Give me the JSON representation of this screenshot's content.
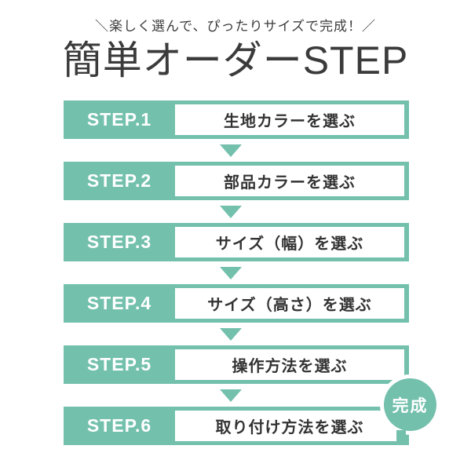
{
  "header": {
    "tagline": "＼楽しく選んで、ぴったりサイズで完成！／",
    "title": "簡単オーダーSTEP"
  },
  "steps": [
    {
      "label": "STEP.1",
      "text": "生地カラーを選ぶ"
    },
    {
      "label": "STEP.2",
      "text": "部品カラーを選ぶ"
    },
    {
      "label": "STEP.3",
      "text": "サイズ（幅）を選ぶ"
    },
    {
      "label": "STEP.4",
      "text": "サイズ（高さ）を選ぶ"
    },
    {
      "label": "STEP.5",
      "text": "操作方法を選ぶ"
    },
    {
      "label": "STEP.6",
      "text": "取り付け方法を選ぶ"
    }
  ],
  "completion": {
    "label": "完成"
  },
  "icons": {
    "between_steps": "down-arrow-icon"
  },
  "colors": {
    "accent_teal": "#73c0ad",
    "title_text": "#3b3b3b",
    "step_text": "#333333",
    "label_text": "#ffffff",
    "background": "#ffffff"
  }
}
